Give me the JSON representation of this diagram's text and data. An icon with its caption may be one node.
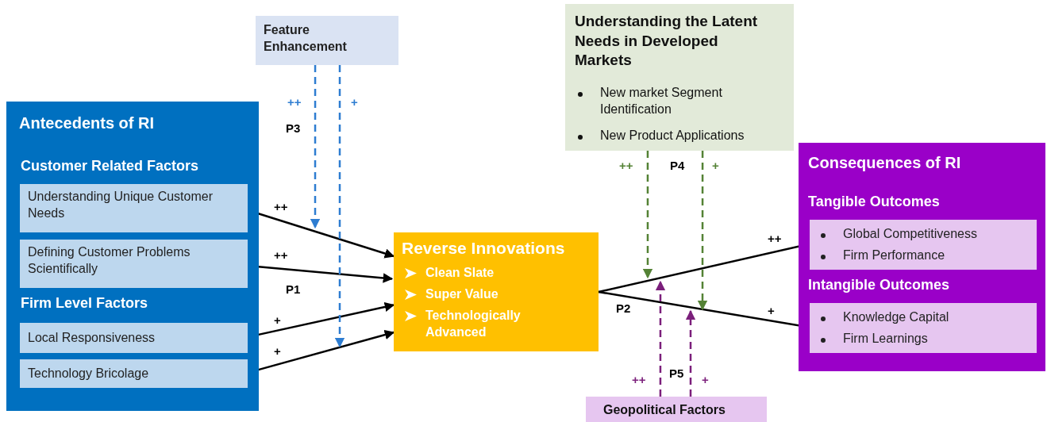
{
  "diagram": {
    "nodes": [
      {
        "text": [
          "Antecedents of RI",
          "Customer Related Factors",
          "Firm Level Factors"
        ]
      },
      {
        "text": [
          "Understanding Unique Customer Needs"
        ],
        "in": 0
      },
      {
        "text": [
          "Defining Customer Problems Scientifically"
        ],
        "in": 0
      },
      {
        "text": [
          "Local Responsiveness"
        ],
        "in": 0
      },
      {
        "text": [
          "Technology Bricolage"
        ],
        "in": 0
      },
      {
        "text": [
          "Feature Enhancement"
        ]
      },
      {
        "text": [
          "Reverse Innovations",
          "Clean Slate",
          "Super Value",
          "Technologically Advanced"
        ]
      },
      {
        "text": [
          "Understanding the Latent Needs in Developed Markets",
          "New market Segment Identification",
          "New Product Applications"
        ]
      },
      {
        "text": [
          "Consequences of RI",
          "Tangible Outcomes",
          "Intangible Outcomes"
        ]
      },
      {
        "text": [
          "Global Competitiveness",
          "Firm Performance"
        ],
        "in": 8
      },
      {
        "text": [
          "Knowledge Capital",
          "Firm Learnings"
        ],
        "in": 8
      },
      {
        "text": [
          "Geopolitical Factors"
        ]
      }
    ],
    "edges": [
      {
        "from": 1,
        "to": 6,
        "arrow": "to",
        "label": "++"
      },
      {
        "from": 2,
        "to": 6,
        "arrow": "to",
        "label": "++"
      },
      {
        "from": 3,
        "to": 6,
        "arrow": "to",
        "label": "+"
      },
      {
        "from": 4,
        "to": 6,
        "arrow": "to",
        "label": "+"
      },
      {
        "from": 5,
        "to": null,
        "arrow": "to",
        "label": "++",
        "style": "dashed",
        "color": "#2e7dd1"
      },
      {
        "from": 5,
        "to": null,
        "arrow": "to",
        "label": "+",
        "style": "dashed",
        "color": "#2e7dd1"
      },
      {
        "from": 6,
        "to": 9,
        "arrow": "to",
        "label": "++"
      },
      {
        "from": 6,
        "to": 10,
        "arrow": "to",
        "label": "+"
      },
      {
        "from": 7,
        "to": null,
        "arrow": "to",
        "label": "++",
        "style": "dashed",
        "color": "#548235"
      },
      {
        "from": 7,
        "to": null,
        "arrow": "to",
        "label": "+",
        "style": "dashed",
        "color": "#548235"
      },
      {
        "from": 11,
        "to": null,
        "arrow": "to",
        "label": "++",
        "style": "dashed",
        "color": "#7b1f7b"
      },
      {
        "from": 11,
        "to": null,
        "arrow": "to",
        "label": "+",
        "style": "dashed",
        "color": "#7b1f7b"
      }
    ],
    "labels": [
      "P3",
      "P4",
      "P1",
      "P2",
      "P5"
    ]
  }
}
